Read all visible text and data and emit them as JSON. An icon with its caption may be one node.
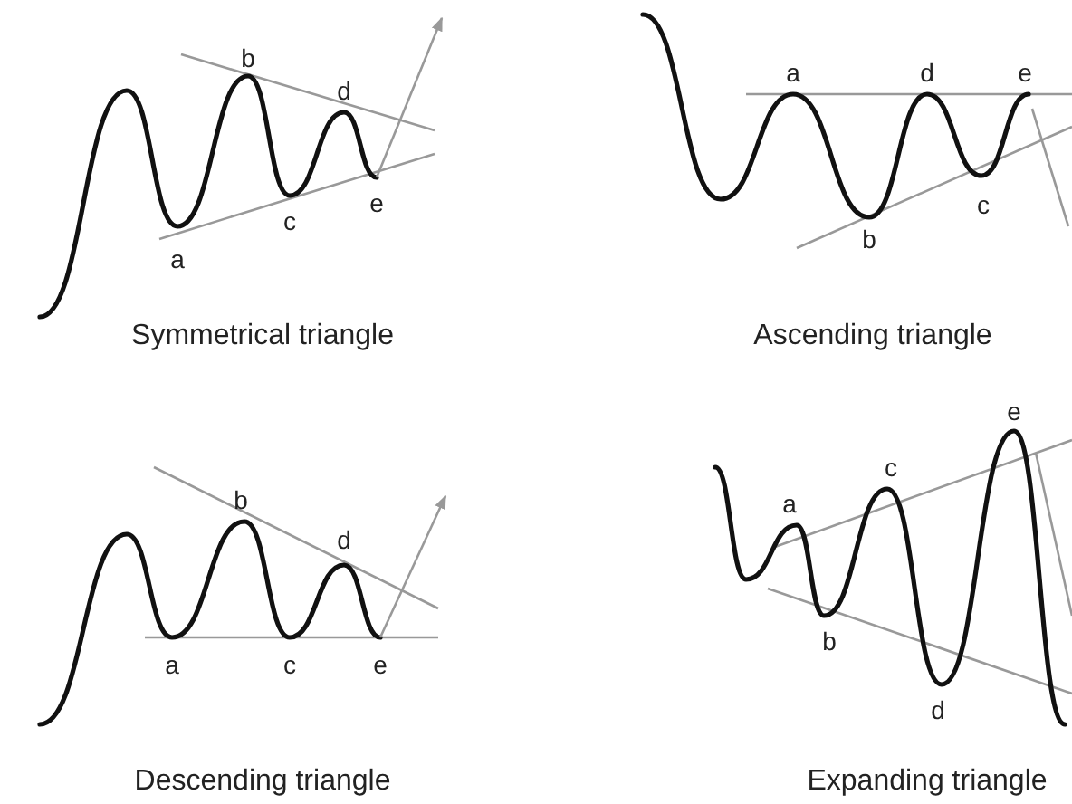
{
  "diagram": {
    "labels": [
      "b",
      "d",
      "a",
      "c",
      "e",
      "Symmetrical triangle",
      "a",
      "d",
      "e",
      "c",
      "b",
      "Ascending triangle",
      "b",
      "d",
      "a",
      "c",
      "e",
      "Descending triangle",
      "e",
      "c",
      "a",
      "b",
      "d",
      "Expanding triangle"
    ]
  }
}
